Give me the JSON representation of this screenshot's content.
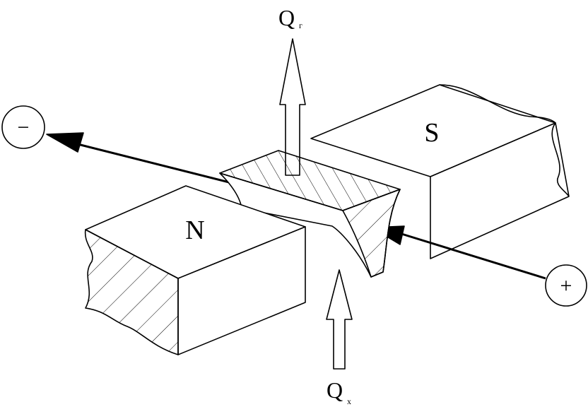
{
  "labels": {
    "north_pole": "N",
    "south_pole": "S",
    "heat_top": "Q",
    "heat_top_sub": "г",
    "heat_bottom": "Q",
    "heat_bottom_sub": "x",
    "negative_terminal": "−",
    "positive_terminal": "+"
  }
}
